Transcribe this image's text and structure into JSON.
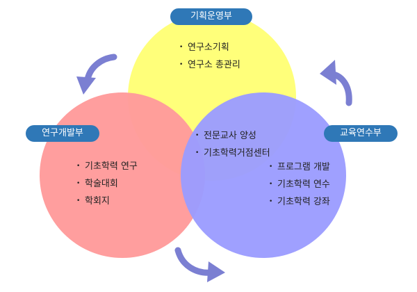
{
  "colors": {
    "planning_circle": "#ffff7a",
    "research_circle": "#ff9b9b",
    "education_circle": "#9b9cff",
    "badge": "#2f78b7",
    "arrow": "#7b7fd2"
  },
  "planning": {
    "title": "기획운영부",
    "items": [
      "연구소기획",
      "연구소 총관리"
    ]
  },
  "research": {
    "title": "연구개발부",
    "items": [
      "기초학력 연구",
      "학술대회",
      "학회지"
    ]
  },
  "education": {
    "title": "교육연수부",
    "items": [
      "프로그램 개발",
      "기초학력 연수",
      "기초학력 강좌"
    ]
  },
  "shared": {
    "items": [
      "전문교사 양성",
      "기초학력거점센터"
    ]
  }
}
